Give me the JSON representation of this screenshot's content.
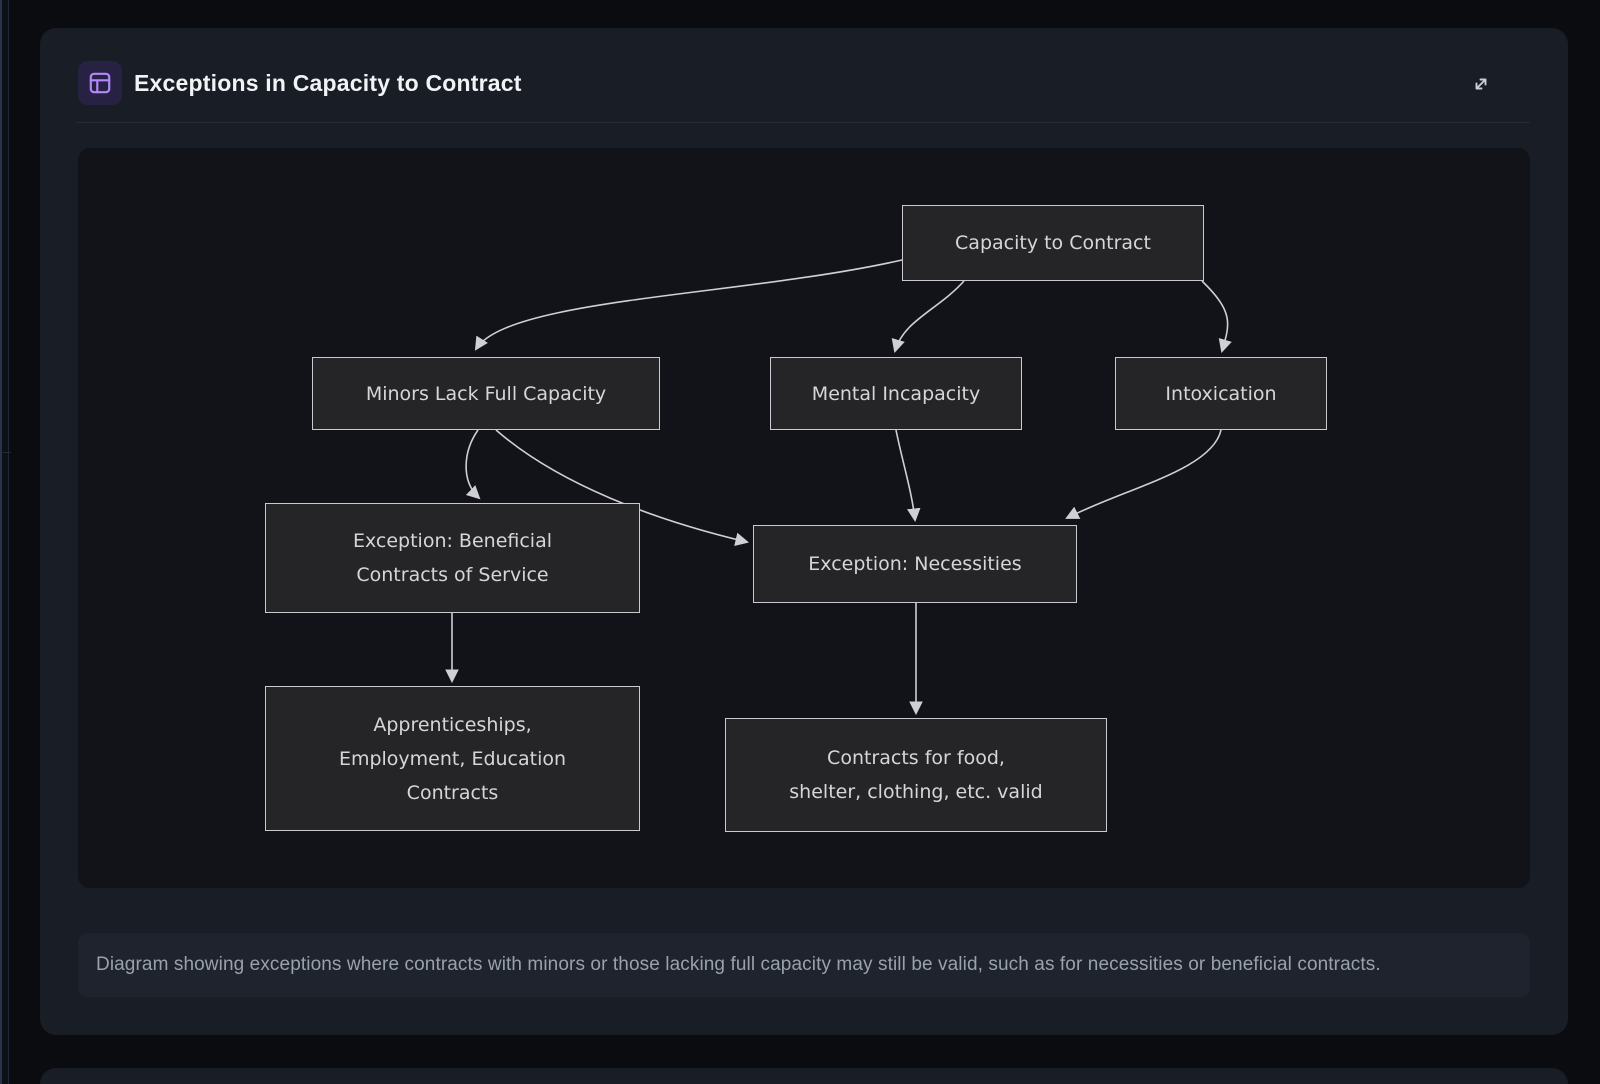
{
  "card": {
    "title": "Exceptions in Capacity to Contract",
    "header_icon": "layout-panels-icon",
    "expand_icon": "expand-diagonal-icon"
  },
  "diagram": {
    "type": "flowchart",
    "direction": "top-down",
    "nodes": {
      "capacity": {
        "label": "Capacity to Contract"
      },
      "minors": {
        "label": "Minors Lack Full Capacity"
      },
      "mental": {
        "label": "Mental Incapacity"
      },
      "intoxication": {
        "label": "Intoxication"
      },
      "beneficial": {
        "label": [
          "Exception: Beneficial",
          "Contracts of Service"
        ]
      },
      "necessities": {
        "label": "Exception: Necessities"
      },
      "apprenticeships": {
        "label": [
          "Apprenticeships,",
          "Employment, Education",
          "Contracts"
        ]
      },
      "food": {
        "label": [
          "Contracts for food,",
          "shelter, clothing, etc. valid"
        ]
      }
    },
    "edges": [
      {
        "from": "capacity",
        "to": "minors"
      },
      {
        "from": "capacity",
        "to": "mental"
      },
      {
        "from": "capacity",
        "to": "intoxication"
      },
      {
        "from": "minors",
        "to": "beneficial"
      },
      {
        "from": "minors",
        "to": "necessities"
      },
      {
        "from": "mental",
        "to": "necessities"
      },
      {
        "from": "intoxication",
        "to": "necessities"
      },
      {
        "from": "beneficial",
        "to": "apprenticeships"
      },
      {
        "from": "necessities",
        "to": "food"
      }
    ],
    "colors": {
      "canvas": "#111318",
      "node_fill": "#252528",
      "node_border": "#c9c9cf",
      "node_text": "#d6d6d9",
      "edge": "#cfcfd4",
      "accent_purple": "#b18af8"
    }
  },
  "caption": {
    "text": "Diagram showing exceptions where contracts with minors or those lacking full capacity may still be valid, such as for necessities or beneficial contracts."
  }
}
